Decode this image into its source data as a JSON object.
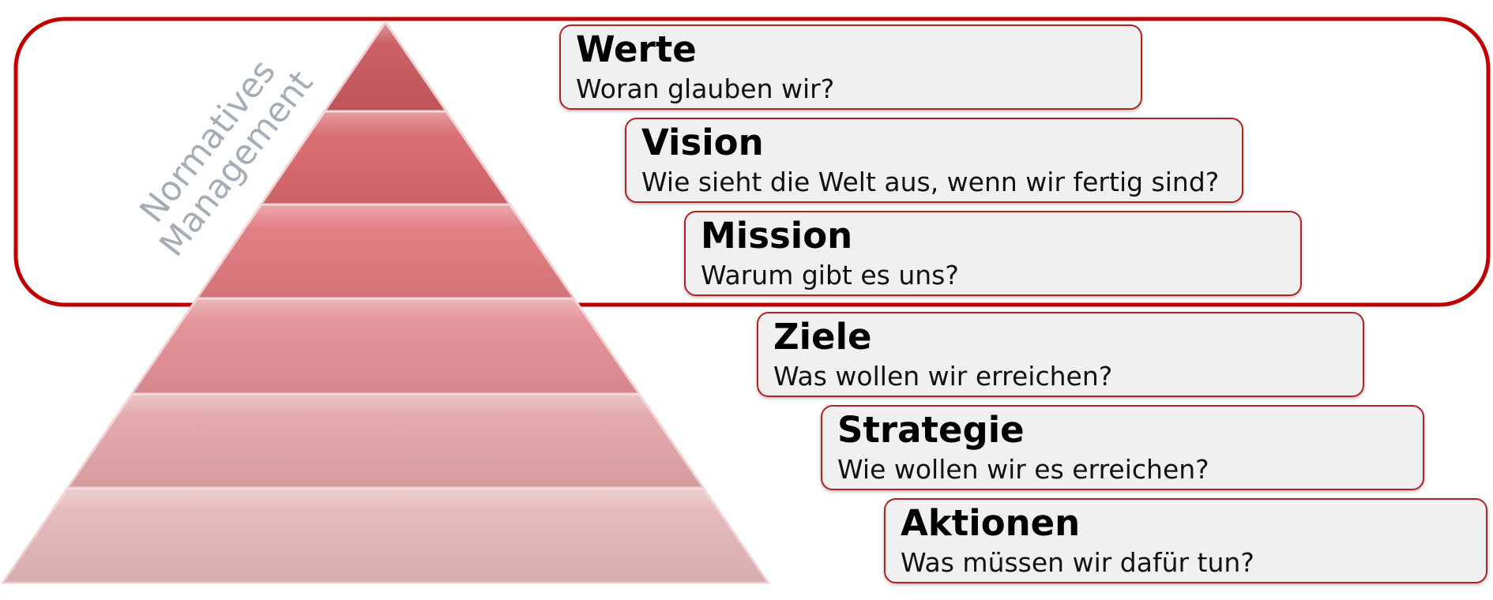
{
  "group": {
    "label_line1": "Normatives",
    "label_line2": "Management",
    "frame_color": "#c00000",
    "label_color": "#a4adb5"
  },
  "levels": [
    {
      "title": "Werte",
      "question": "Woran glauben wir?",
      "color": "#c8595f"
    },
    {
      "title": "Vision",
      "question": "Wie sieht die Welt aus, wenn wir fertig sind?",
      "color": "#d8686d"
    },
    {
      "title": "Mission",
      "question": "Warum gibt es uns?",
      "color": "#e07a7e"
    },
    {
      "title": "Ziele",
      "question": "Was wollen wir erreichen?",
      "color": "#e28f93"
    },
    {
      "title": "Strategie",
      "question": "Wie wollen wir es erreichen?",
      "color": "#e2a5a8"
    },
    {
      "title": "Aktionen",
      "question": "Was müssen wir dafür tun?",
      "color": "#e4b7bb"
    }
  ],
  "box_style": {
    "fill": "#f0f0f0",
    "border": "#b22222"
  }
}
